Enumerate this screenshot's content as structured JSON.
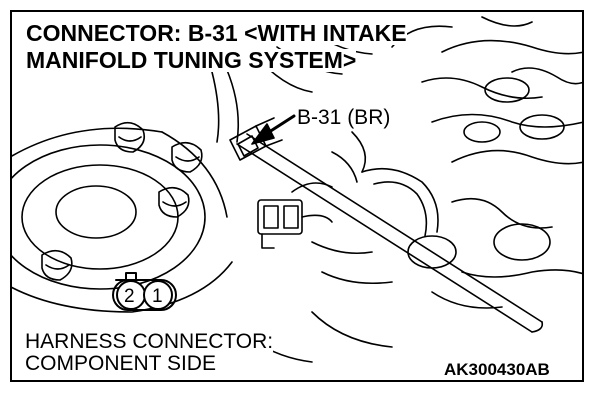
{
  "title": {
    "line1": "CONNECTOR: B-31 <WITH INTAKE",
    "line2": "MANIFOLD TUNING SYSTEM>"
  },
  "callout": "B-31 (BR)",
  "connector_face": {
    "pins": [
      "2",
      "1"
    ]
  },
  "caption": {
    "line1": "HARNESS CONNECTOR:",
    "line2": "COMPONENT SIDE"
  },
  "figure_code": "AK300430AB",
  "icons": [
    "arrow-pointer",
    "connector-symbol"
  ]
}
